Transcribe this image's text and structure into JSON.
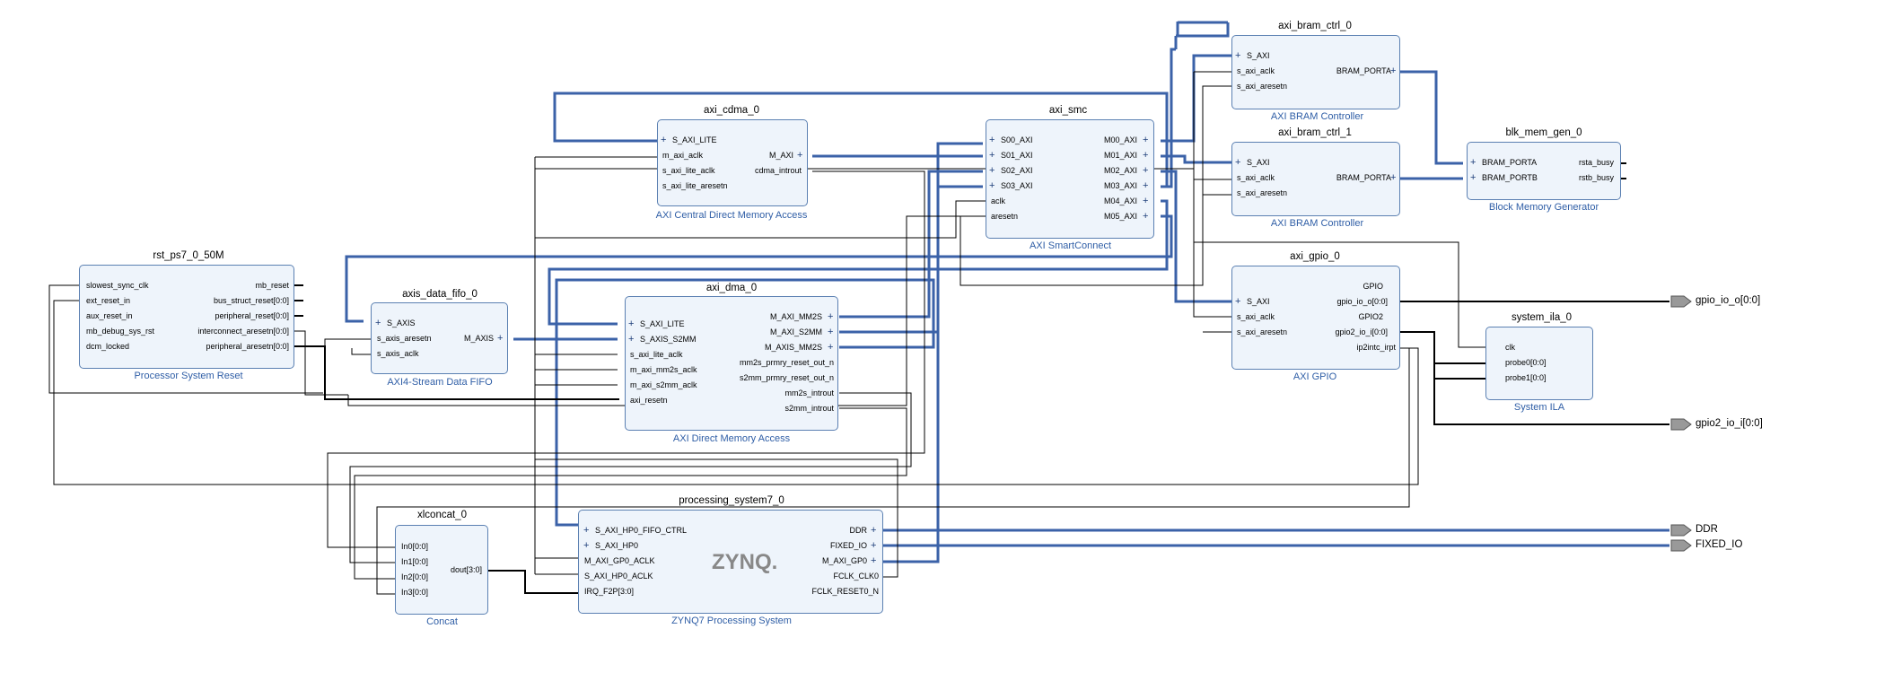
{
  "colors": {
    "block_fill": "#eef4fb",
    "block_border": "#5b80b2",
    "bus": "#3b62a8",
    "wire": "#000000",
    "label": "#2f5ea6",
    "port_arrow": "#999999"
  },
  "blocks": {
    "rst": {
      "name": "rst_ps7_0_50M",
      "sub": "Processor System Reset",
      "left": [
        "slowest_sync_clk",
        "ext_reset_in",
        "aux_reset_in",
        "mb_debug_sys_rst",
        "dcm_locked"
      ],
      "right": [
        "mb_reset",
        "bus_struct_reset[0:0]",
        "peripheral_reset[0:0]",
        "interconnect_aresetn[0:0]",
        "peripheral_aresetn[0:0]"
      ]
    },
    "fifo": {
      "name": "axis_data_fifo_0",
      "sub": "AXI4-Stream Data FIFO",
      "left": [
        "S_AXIS",
        "s_axis_aresetn",
        "s_axis_aclk"
      ],
      "right": [
        "M_AXIS"
      ]
    },
    "cdma": {
      "name": "axi_cdma_0",
      "sub": "AXI Central Direct Memory Access",
      "left": [
        "S_AXI_LITE",
        "m_axi_aclk",
        "s_axi_lite_aclk",
        "s_axi_lite_aresetn"
      ],
      "right": [
        "M_AXI",
        "cdma_introut"
      ]
    },
    "dma": {
      "name": "axi_dma_0",
      "sub": "AXI Direct Memory Access",
      "left": [
        "S_AXI_LITE",
        "S_AXIS_S2MM",
        "s_axi_lite_aclk",
        "m_axi_mm2s_aclk",
        "m_axi_s2mm_aclk",
        "axi_resetn"
      ],
      "right": [
        "M_AXI_MM2S",
        "M_AXI_S2MM",
        "M_AXIS_MM2S",
        "mm2s_prmry_reset_out_n",
        "s2mm_prmry_reset_out_n",
        "mm2s_introut",
        "s2mm_introut"
      ]
    },
    "smc": {
      "name": "axi_smc",
      "sub": "AXI SmartConnect",
      "left": [
        "S00_AXI",
        "S01_AXI",
        "S02_AXI",
        "S03_AXI",
        "aclk",
        "aresetn"
      ],
      "right": [
        "M00_AXI",
        "M01_AXI",
        "M02_AXI",
        "M03_AXI",
        "M04_AXI",
        "M05_AXI"
      ]
    },
    "bram0": {
      "name": "axi_bram_ctrl_0",
      "sub": "AXI BRAM Controller",
      "left": [
        "S_AXI",
        "s_axi_aclk",
        "s_axi_aresetn"
      ],
      "right": [
        "BRAM_PORTA"
      ]
    },
    "bram1": {
      "name": "axi_bram_ctrl_1",
      "sub": "AXI BRAM Controller",
      "left": [
        "S_AXI",
        "s_axi_aclk",
        "s_axi_aresetn"
      ],
      "right": [
        "BRAM_PORTA"
      ]
    },
    "blkmem": {
      "name": "blk_mem_gen_0",
      "sub": "Block Memory Generator",
      "left": [
        "BRAM_PORTA",
        "BRAM_PORTB"
      ],
      "right": [
        "rsta_busy",
        "rstb_busy"
      ]
    },
    "gpio": {
      "name": "axi_gpio_0",
      "sub": "AXI GPIO",
      "left": [
        "S_AXI",
        "s_axi_aclk",
        "s_axi_aresetn"
      ],
      "right": [
        "GPIO",
        "gpio_io_o[0:0]",
        "GPIO2",
        "gpio2_io_i[0:0]",
        "ip2intc_irpt"
      ]
    },
    "ila": {
      "name": "system_ila_0",
      "sub": "System ILA",
      "left": [
        "clk",
        "probe0[0:0]",
        "probe1[0:0]"
      ]
    },
    "concat": {
      "name": "xlconcat_0",
      "sub": "Concat",
      "left": [
        "In0[0:0]",
        "In1[0:0]",
        "In2[0:0]",
        "In3[0:0]"
      ],
      "right": [
        "dout[3:0]"
      ]
    },
    "ps7": {
      "name": "processing_system7_0",
      "sub": "ZYNQ7 Processing System",
      "logo": "ZYNQ.",
      "left": [
        "S_AXI_HP0_FIFO_CTRL",
        "S_AXI_HP0",
        "M_AXI_GP0_ACLK",
        "S_AXI_HP0_ACLK",
        "IRQ_F2P[3:0]"
      ],
      "right": [
        "DDR",
        "FIXED_IO",
        "M_AXI_GP0",
        "FCLK_CLK0",
        "FCLK_RESET0_N"
      ]
    }
  },
  "external_ports": [
    "gpio_io_o[0:0]",
    "gpio2_io_i[0:0]",
    "DDR",
    "FIXED_IO"
  ]
}
